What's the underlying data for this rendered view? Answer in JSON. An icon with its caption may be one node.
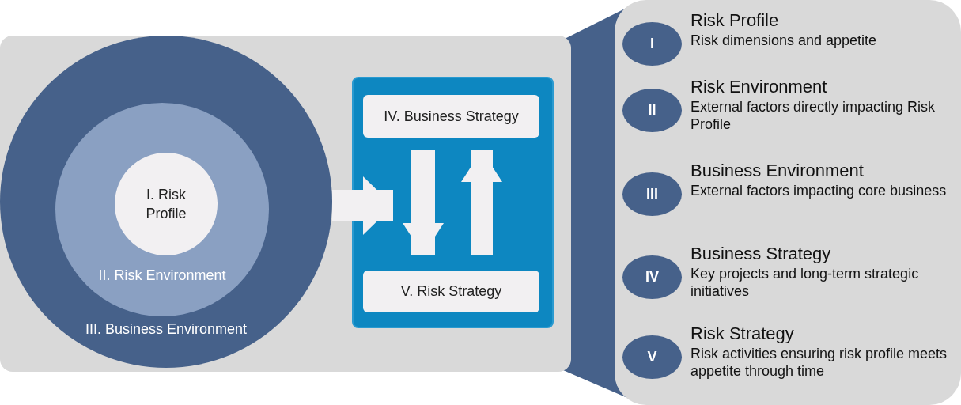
{
  "diagram": {
    "nodes": [
      {
        "text": [
          "III. Business Environment"
        ]
      },
      {
        "text": [
          "II. Risk Environment"
        ],
        "in": 0
      },
      {
        "text": [
          "I. Risk Profile"
        ],
        "in": 1
      },
      {
        "text": [],
        "shape": "box"
      },
      {
        "text": [
          "IV. Business Strategy"
        ],
        "in": 3
      },
      {
        "text": [
          "V. Risk Strategy"
        ],
        "in": 3
      },
      {
        "text": [
          "I"
        ],
        "beside": [
          "Risk Profile",
          "Risk dimensions and appetite"
        ]
      },
      {
        "text": [
          "II"
        ],
        "beside": [
          "Risk Environment",
          "External factors directly impacting Risk Profile"
        ]
      },
      {
        "text": [
          "III"
        ],
        "beside": [
          "Business Environment",
          "External factors impacting core business"
        ]
      },
      {
        "text": [
          "IV"
        ],
        "beside": [
          "Business Strategy",
          "Key projects and long-term strategic initiatives"
        ]
      },
      {
        "text": [
          "V"
        ],
        "beside": [
          "Risk Strategy",
          "Risk activities ensuring risk profile meets appetite through time"
        ]
      },
      {
        "text": [],
        "shape": "trapezoid"
      }
    ],
    "edges": [
      {
        "from": 0,
        "to": 3,
        "arrow": "to"
      },
      {
        "from": 4,
        "to": 5,
        "arrow": "to"
      },
      {
        "from": 5,
        "to": 4,
        "arrow": "to"
      }
    ]
  }
}
